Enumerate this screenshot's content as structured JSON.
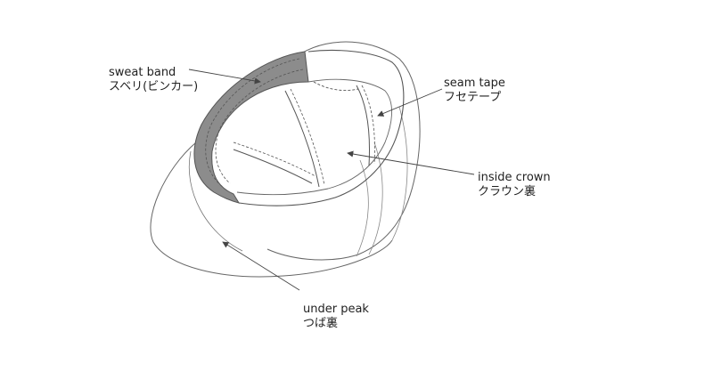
{
  "labels": {
    "sweat_band": {
      "en": "sweat band",
      "ja": "スベリ(ビンカー)"
    },
    "seam_tape": {
      "en": "seam tape",
      "ja": "フセテープ"
    },
    "inside_crown": {
      "en": "inside crown",
      "ja": "クラウン裏"
    },
    "under_peak": {
      "en": "under peak",
      "ja": "つば裏"
    }
  },
  "colors": {
    "line": "#555555",
    "sweat_band_fill": "#8c8c8c",
    "text": "#222222"
  }
}
